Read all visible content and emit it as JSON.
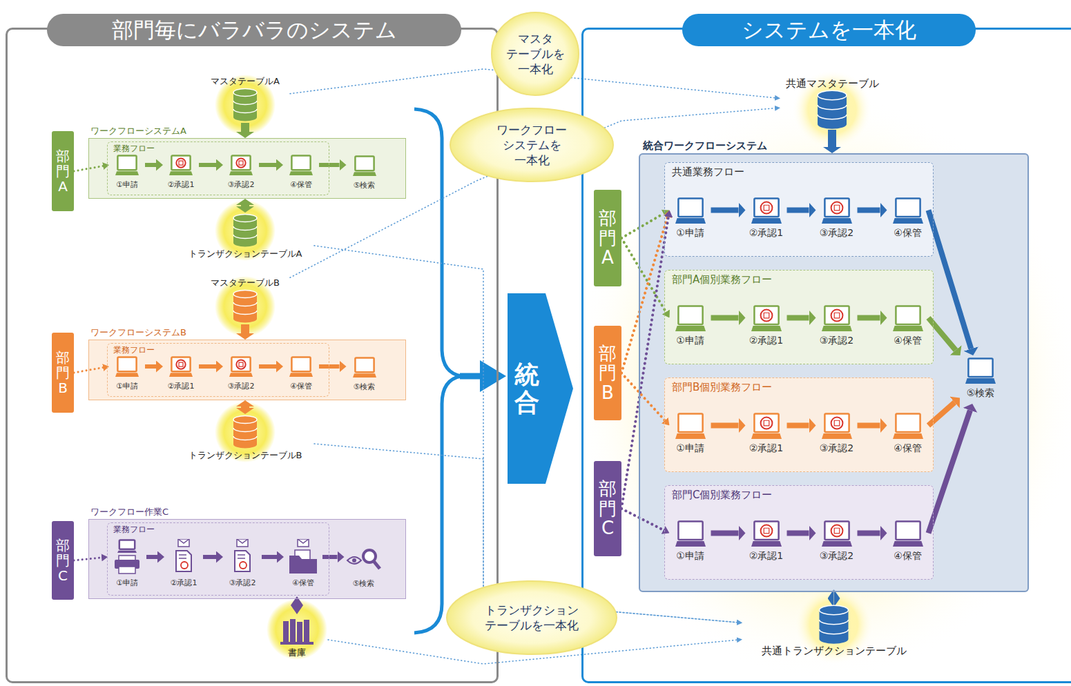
{
  "diagram": {
    "nodes": [
      {
        "text": [
          "部門毎にバラバラのシステム"
        ]
      },
      {
        "text": [
          "マスタテーブルA"
        ],
        "in": 0
      },
      {
        "text": [
          "部門A"
        ],
        "in": 0
      },
      {
        "text": [
          "ワークフローシステムA"
        ],
        "in": 0
      },
      {
        "text": [
          "業務フロー"
        ],
        "in": 3
      },
      {
        "text": [
          "①申請"
        ],
        "in": 4
      },
      {
        "text": [
          "②承認1"
        ],
        "in": 4
      },
      {
        "text": [
          "③承認2"
        ],
        "in": 4
      },
      {
        "text": [
          "④保管"
        ],
        "in": 4
      },
      {
        "text": [
          "⑤検索"
        ],
        "in": 3
      },
      {
        "text": [
          "トランザクションテーブルA"
        ],
        "in": 0
      },
      {
        "text": [
          "マスタテーブルB"
        ],
        "in": 0
      },
      {
        "text": [
          "部門B"
        ],
        "in": 0
      },
      {
        "text": [
          "ワークフローシステムB"
        ],
        "in": 0
      },
      {
        "text": [
          "業務フロー"
        ],
        "in": 13
      },
      {
        "text": [
          "①申請"
        ],
        "in": 14
      },
      {
        "text": [
          "②承認1"
        ],
        "in": 14
      },
      {
        "text": [
          "③承認2"
        ],
        "in": 14
      },
      {
        "text": [
          "④保管"
        ],
        "in": 14
      },
      {
        "text": [
          "⑤検索"
        ],
        "in": 13
      },
      {
        "text": [
          "トランザクションテーブルB"
        ],
        "in": 0
      },
      {
        "text": [
          "部門C"
        ],
        "in": 0
      },
      {
        "text": [
          "ワークフロー作業C"
        ],
        "in": 0
      },
      {
        "text": [
          "業務フロー"
        ],
        "in": 22
      },
      {
        "text": [
          "①申請"
        ],
        "in": 23
      },
      {
        "text": [
          "②承認1"
        ],
        "in": 23
      },
      {
        "text": [
          "③承認2"
        ],
        "in": 23
      },
      {
        "text": [
          "④保管"
        ],
        "in": 23
      },
      {
        "text": [
          "⑤検索"
        ],
        "in": 22
      },
      {
        "text": [
          "書庫"
        ],
        "in": 0
      },
      {
        "text": [
          "マスタ テーブルを 一本化"
        ]
      },
      {
        "text": [
          "ワークフロー システムを 一本化"
        ]
      },
      {
        "text": [
          "統合"
        ]
      },
      {
        "text": [
          "トランザクション テーブルを一本化"
        ]
      },
      {
        "text": [
          "システムを一本化"
        ]
      },
      {
        "text": [
          "共通マスタテーブル"
        ],
        "in": 34
      },
      {
        "text": [
          "部門A"
        ],
        "in": 34
      },
      {
        "text": [
          "部門B"
        ],
        "in": 34
      },
      {
        "text": [
          "部門C"
        ],
        "in": 34
      },
      {
        "text": [
          "統合ワークフローシステム"
        ],
        "in": 34
      },
      {
        "text": [
          "共通業務フロー"
        ],
        "in": 39
      },
      {
        "text": [
          "①申請"
        ],
        "in": 40
      },
      {
        "text": [
          "②承認1"
        ],
        "in": 40
      },
      {
        "text": [
          "③承認2"
        ],
        "in": 40
      },
      {
        "text": [
          "④保管"
        ],
        "in": 40
      },
      {
        "text": [
          "部門A個別業務フロー"
        ],
        "in": 39
      },
      {
        "text": [
          "①申請"
        ],
        "in": 45
      },
      {
        "text": [
          "②承認1"
        ],
        "in": 45
      },
      {
        "text": [
          "③承認2"
        ],
        "in": 45
      },
      {
        "text": [
          "④保管"
        ],
        "in": 45
      },
      {
        "text": [
          "部門B個別業務フロー"
        ],
        "in": 39
      },
      {
        "text": [
          "①申請"
        ],
        "in": 50
      },
      {
        "text": [
          "②承認1"
        ],
        "in": 50
      },
      {
        "text": [
          "③承認2"
        ],
        "in": 50
      },
      {
        "text": [
          "④保管"
        ],
        "in": 50
      },
      {
        "text": [
          "部門C個別業務フロー"
        ],
        "in": 39
      },
      {
        "text": [
          "①申請"
        ],
        "in": 55
      },
      {
        "text": [
          "②承認1"
        ],
        "in": 55
      },
      {
        "text": [
          "③承認2"
        ],
        "in": 55
      },
      {
        "text": [
          "④保管"
        ],
        "in": 55
      },
      {
        "text": [
          "⑤検索"
        ],
        "in": 39
      },
      {
        "text": [
          "共通トランザクションテーブル"
        ],
        "in": 34
      }
    ],
    "edges": [
      {
        "from": 1,
        "to": 3,
        "arrow": "to"
      },
      {
        "from": 2,
        "to": 5,
        "arrow": "to"
      },
      {
        "from": 5,
        "to": 6,
        "arrow": "to"
      },
      {
        "from": 6,
        "to": 7,
        "arrow": "to"
      },
      {
        "from": 7,
        "to": 8,
        "arrow": "to"
      },
      {
        "from": 8,
        "to": 9,
        "arrow": "to"
      },
      {
        "from": 3,
        "to": 10,
        "arrow": "both"
      },
      {
        "from": 11,
        "to": 13,
        "arrow": "to"
      },
      {
        "from": 12,
        "to": 15,
        "arrow": "to"
      },
      {
        "from": 15,
        "to": 16,
        "arrow": "to"
      },
      {
        "from": 16,
        "to": 17,
        "arrow": "to"
      },
      {
        "from": 17,
        "to": 18,
        "arrow": "to"
      },
      {
        "from": 18,
        "to": 19,
        "arrow": "to"
      },
      {
        "from": 13,
        "to": 20,
        "arrow": "both"
      },
      {
        "from": 21,
        "to": 24,
        "arrow": "to"
      },
      {
        "from": 24,
        "to": 25,
        "arrow": "to"
      },
      {
        "from": 25,
        "to": 26,
        "arrow": "to"
      },
      {
        "from": 26,
        "to": 27,
        "arrow": "to"
      },
      {
        "from": 27,
        "to": 28,
        "arrow": "to"
      },
      {
        "from": 22,
        "to": 29,
        "arrow": "both"
      },
      {
        "from": 35,
        "to": 39,
        "arrow": "to"
      },
      {
        "from": 39,
        "to": 61,
        "arrow": "both"
      },
      {
        "from": 36,
        "to": 41,
        "arrow": "to"
      },
      {
        "from": 36,
        "to": 46,
        "arrow": "to"
      },
      {
        "from": 37,
        "to": 41,
        "arrow": "to"
      },
      {
        "from": 37,
        "to": 51,
        "arrow": "to"
      },
      {
        "from": 38,
        "to": 41,
        "arrow": "to"
      },
      {
        "from": 38,
        "to": 56,
        "arrow": "to"
      },
      {
        "from": 41,
        "to": 42,
        "arrow": "to"
      },
      {
        "from": 42,
        "to": 43,
        "arrow": "to"
      },
      {
        "from": 43,
        "to": 44,
        "arrow": "to"
      },
      {
        "from": 44,
        "to": 60,
        "arrow": "to"
      },
      {
        "from": 46,
        "to": 47,
        "arrow": "to"
      },
      {
        "from": 47,
        "to": 48,
        "arrow": "to"
      },
      {
        "from": 48,
        "to": 49,
        "arrow": "to"
      },
      {
        "from": 49,
        "to": 60,
        "arrow": "to"
      },
      {
        "from": 51,
        "to": 52,
        "arrow": "to"
      },
      {
        "from": 52,
        "to": 53,
        "arrow": "to"
      },
      {
        "from": 53,
        "to": 54,
        "arrow": "to"
      },
      {
        "from": 54,
        "to": 60,
        "arrow": "to"
      },
      {
        "from": 56,
        "to": 57,
        "arrow": "to"
      },
      {
        "from": 57,
        "to": 58,
        "arrow": "to"
      },
      {
        "from": 58,
        "to": 59,
        "arrow": "to"
      },
      {
        "from": 59,
        "to": 60,
        "arrow": "to"
      },
      {
        "from": 1,
        "to": 35,
        "arrow": "to"
      },
      {
        "from": 11,
        "to": 35,
        "arrow": "to"
      },
      {
        "from": 10,
        "to": 61,
        "arrow": "to"
      },
      {
        "from": 20,
        "to": 61,
        "arrow": "to"
      },
      {
        "from": 29,
        "to": 61,
        "arrow": "to"
      }
    ]
  }
}
